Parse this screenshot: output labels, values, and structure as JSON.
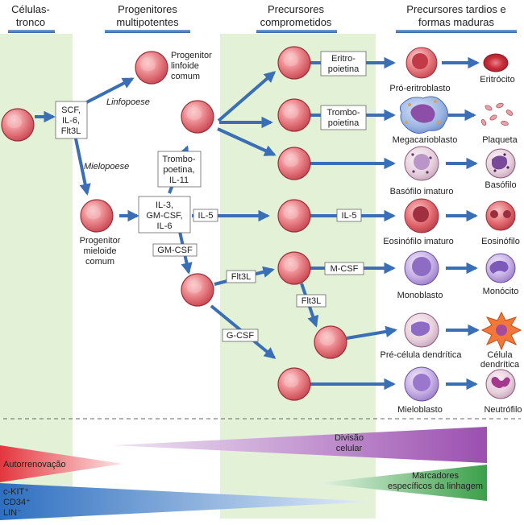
{
  "headers": {
    "stem": [
      "Células-",
      "tronco"
    ],
    "multipotent": [
      "Progenitores",
      "multipotentes"
    ],
    "committed": [
      "Precursores",
      "comprometidos"
    ],
    "late": [
      "Precursores tardios e",
      "formas maduras"
    ]
  },
  "progenitors": {
    "lymphoid": [
      "Progenitor",
      "linfoide",
      "comum"
    ],
    "myeloid": [
      "Progenitor",
      "mieloide",
      "comum"
    ]
  },
  "pathways": {
    "lymphopoiesis": "Linfopoese",
    "myelopoiesis": "Mielopoese"
  },
  "factors": {
    "scf": [
      "SCF,",
      "IL-6,",
      "Flt3L"
    ],
    "tpo_il11": [
      "Trombo-",
      "poetina,",
      "IL-11"
    ],
    "il3": [
      "IL-3,",
      "GM-CSF,",
      "IL-6"
    ],
    "il5_a": "IL-5",
    "gmcsf": "GM-CSF",
    "flt3l_a": "Flt3L",
    "gcsf": "G-CSF",
    "epo": [
      "Eritro-",
      "poietina"
    ],
    "tpo": [
      "Trombo-",
      "poietina"
    ],
    "il5_b": "IL-5",
    "mcsf": "M-CSF",
    "flt3l_b": "Flt3L"
  },
  "cells": {
    "proerythroblast": "Pró-eritroblasto",
    "erythrocyte": "Eritrócito",
    "megakaryoblast": "Megacarioblasto",
    "platelet": "Plaqueta",
    "immature_basophil": "Basófilo imaturo",
    "basophil": "Basófilo",
    "immature_eosinophil": "Eosinófilo imaturo",
    "eosinophil": "Eosinófilo",
    "monoblast": "Monoblasto",
    "monocyte": "Monócito",
    "pre_dendritic": "Pré-célula dendrítica",
    "dendritic": [
      "Célula",
      "dendrítica"
    ],
    "myeloblast": "Mieloblasto",
    "neutrophil": "Neutrófilo"
  },
  "gradients": {
    "cell_division": [
      "Divisão",
      "celular"
    ],
    "self_renewal": "Autorrenovação",
    "lineage_markers": [
      "Marcadores",
      "específicos da linhagem"
    ],
    "stem_markers": [
      "c-KIT⁺",
      "CD34⁺",
      "LIN⁻"
    ]
  },
  "colors": {
    "band": "#e3f1d6",
    "cell": "#e0636c",
    "arrow": "#3a6fb5",
    "header_bar": "#4a78b8"
  }
}
